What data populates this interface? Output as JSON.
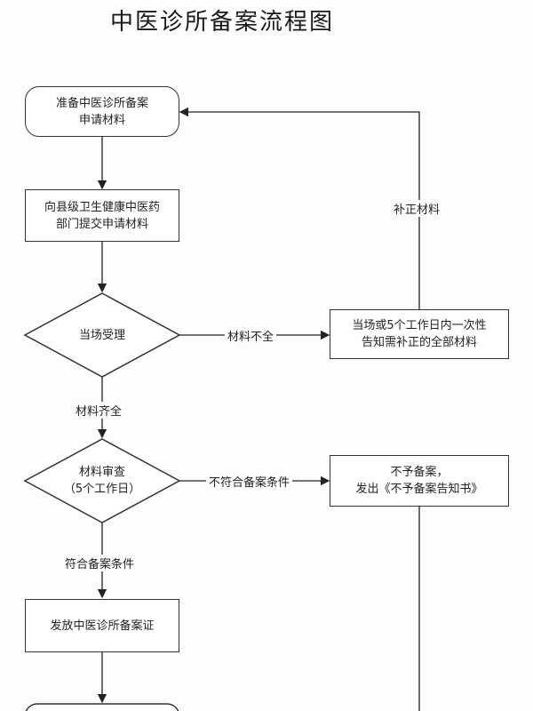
{
  "title": "中医诊所备案流程图",
  "nodes": {
    "prepare": "准备中医诊所备案\n申请材料",
    "submit": "向县级卫生健康中医药\n部门提交申请材料",
    "accept": "当场受理",
    "notify_supplement": "当场或5个工作日内一次性\n告知需补正的全部材料",
    "review": "材料审查\n（5个工作日）",
    "reject": "不予备案，\n发出《不予备案告知书》",
    "issue": "发放中医诊所备案证"
  },
  "edges": {
    "incomplete": "材料不全",
    "supplement": "补正材料",
    "complete": "材料齐全",
    "not_meet": "不符合备案条件",
    "meet": "符合备案条件"
  }
}
